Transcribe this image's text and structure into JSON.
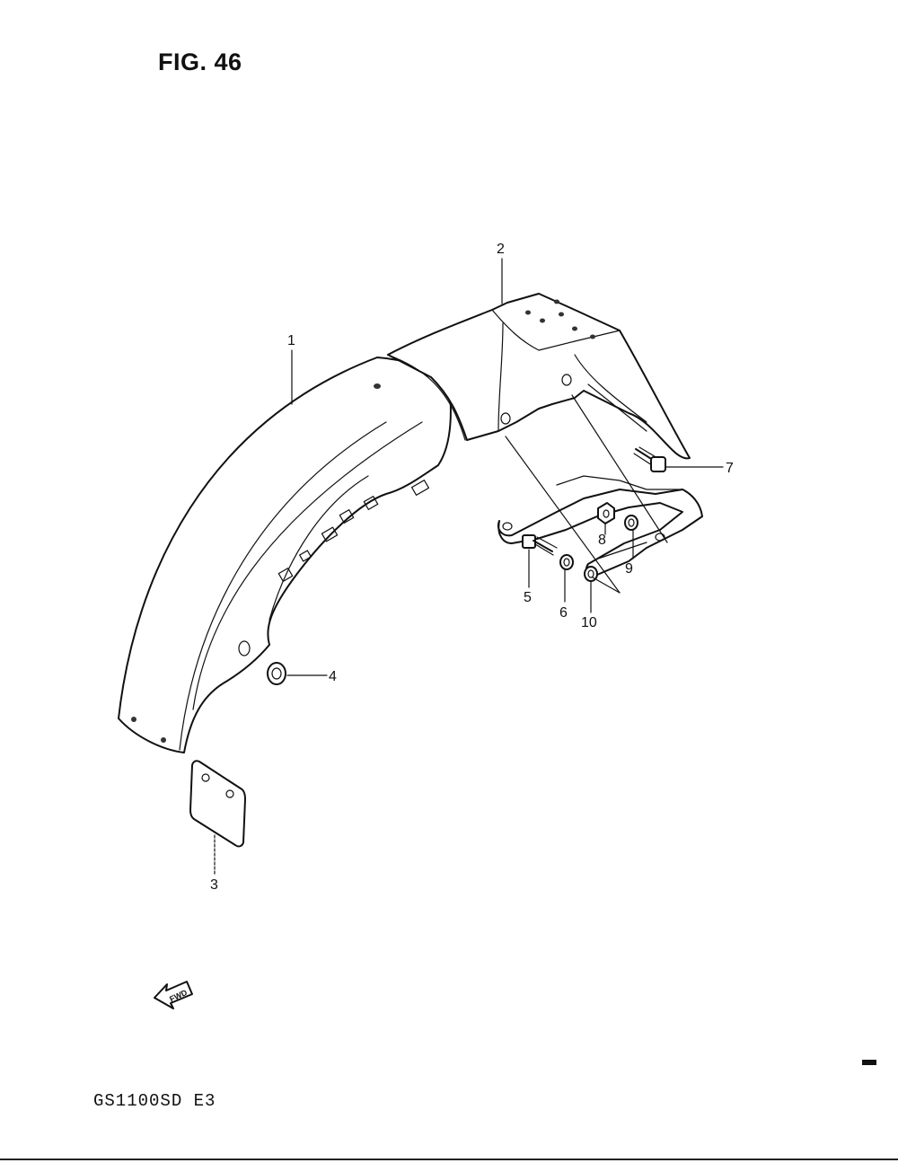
{
  "figure": {
    "title": "FIG. 46",
    "model_code": "GS1100SD  E3",
    "fwd_label": "FWD"
  },
  "callouts": [
    {
      "id": "1",
      "label": "1"
    },
    {
      "id": "2",
      "label": "2"
    },
    {
      "id": "3",
      "label": "3"
    },
    {
      "id": "4",
      "label": "4"
    },
    {
      "id": "5",
      "label": "5"
    },
    {
      "id": "6",
      "label": "6"
    },
    {
      "id": "7",
      "label": "7"
    },
    {
      "id": "8",
      "label": "8"
    },
    {
      "id": "9",
      "label": "9"
    },
    {
      "id": "10",
      "label": "10"
    }
  ]
}
